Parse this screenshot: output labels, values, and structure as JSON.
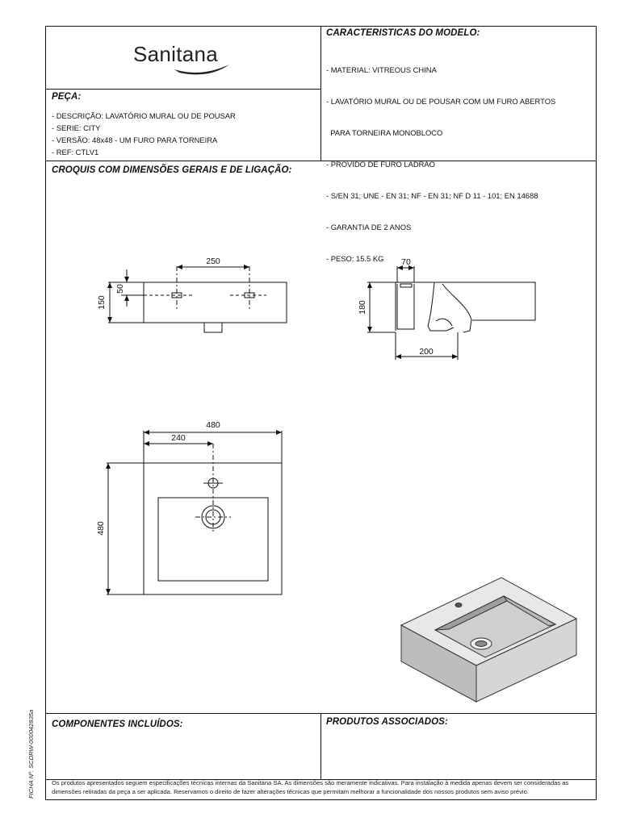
{
  "brand": {
    "logo_text": "Sanitana"
  },
  "model_characteristics": {
    "title": "CARACTERISTICAS DO MODELO:",
    "items": [
      "- MATERIAL: VITREOUS CHINA",
      "- LAVATÓRIO MURAL OU DE POUSAR COM UM FURO ABERTOS",
      "  PARA TORNEIRA MONOBLOCO",
      "- PROVIDO DE FURO LADRÃO",
      "- S/EN 31; UNE - EN 31; NF - EN 31; NF D 11 - 101; EN 14688",
      "- GARANTIA DE 2 ANOS",
      "- PESO: 15.5 KG"
    ]
  },
  "piece": {
    "title": "PEÇA:",
    "items": [
      "- DESCRIÇÃO: LAVATÓRIO MURAL OU DE POUSAR",
      "- SERIE: CITY",
      "- VERSÃO: 48x48 - UM FURO PARA TORNEIRA",
      "- REF: CTLV1"
    ]
  },
  "sketches": {
    "title": "CROQUIS COM DIMENSÕES GERAIS E DE LIGAÇÃO:",
    "dimensions": {
      "front_spacing": "250",
      "front_top_offset": "50",
      "front_height": "150",
      "side_top": "70",
      "side_height": "180",
      "side_depth": "200",
      "plan_width": "480",
      "plan_half": "240",
      "plan_depth": "480"
    }
  },
  "included_components": {
    "title": "COMPONENTES INCLUÍDOS:"
  },
  "associated_products": {
    "title": "PRODUTOS ASSOCIADOS:"
  },
  "footer": {
    "note": "Os produtos apresentados seguem especificações técnicas internas da Sanitana SA. As dimensões são meramente indicativas. Para instalação à medida apenas devem ser consideradas as dimensões retiradas da peça a ser aplicada. Reservamos o direito de fazer alterações técnicas que permitam melhorar a funcionalidade dos nossos produtos sem aviso prévio.",
    "ficha": "FICHA Nº: SCDRW-000042835a"
  }
}
